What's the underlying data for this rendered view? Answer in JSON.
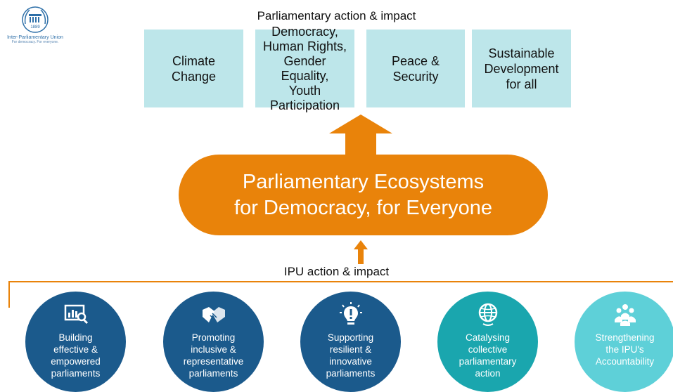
{
  "logo": {
    "year": "1889",
    "name": "Inter-Parliamentary Union",
    "tagline": "For democracy. For everyone."
  },
  "top_title": "Parliamentary action & impact",
  "impact_boxes": [
    {
      "lines": [
        "Climate",
        "Change"
      ]
    },
    {
      "lines": [
        "Democracy,",
        "Human Rights,",
        "Gender Equality,",
        "Youth",
        "Participation"
      ]
    },
    {
      "lines": [
        "Peace &",
        "Security"
      ]
    },
    {
      "lines": [
        "Sustainable",
        "Development",
        "for all"
      ]
    }
  ],
  "center": {
    "lines": [
      "Parliamentary Ecosystems",
      "for Democracy, for Everyone"
    ]
  },
  "ipu_label": "IPU action & impact",
  "objectives": [
    {
      "icon": "chart-magnifier-icon",
      "lines": [
        "Building",
        "effective &",
        "empowered",
        "parliaments"
      ]
    },
    {
      "icon": "handshake-icon",
      "lines": [
        "Promoting",
        "inclusive &",
        "representative",
        "parliaments"
      ]
    },
    {
      "icon": "lightbulb-icon",
      "lines": [
        "Supporting",
        "resilient &",
        "innovative",
        "parliaments"
      ]
    },
    {
      "icon": "globe-icon",
      "lines": [
        "Catalysing",
        "collective",
        "parliamentary",
        "action"
      ]
    },
    {
      "icon": "people-group-icon",
      "lines": [
        "Strengthening",
        "the IPU's",
        "Accountability"
      ]
    }
  ],
  "colors": {
    "orange": "#e9830a",
    "box": "#bde6ea",
    "dark_blue": "#1b5a8c",
    "teal": "#1aa6ae",
    "light_teal": "#5ed0d8"
  }
}
